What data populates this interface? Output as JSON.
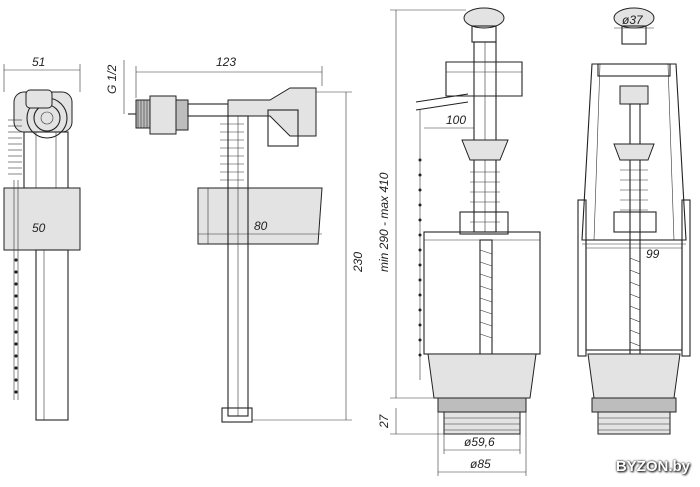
{
  "dimensions": {
    "width_side": "51",
    "thread": "G 1/2",
    "length": "123",
    "float_width_side": "50",
    "float_width_front": "80",
    "height_valve": "230",
    "height_range": "min 290 - max 410",
    "lever_length": "100",
    "button_dia": "ø37",
    "body_width": "99",
    "base_height": "27",
    "outlet_dia": "ø59,6",
    "base_dia": "ø85"
  },
  "watermark": "BYZON.by"
}
